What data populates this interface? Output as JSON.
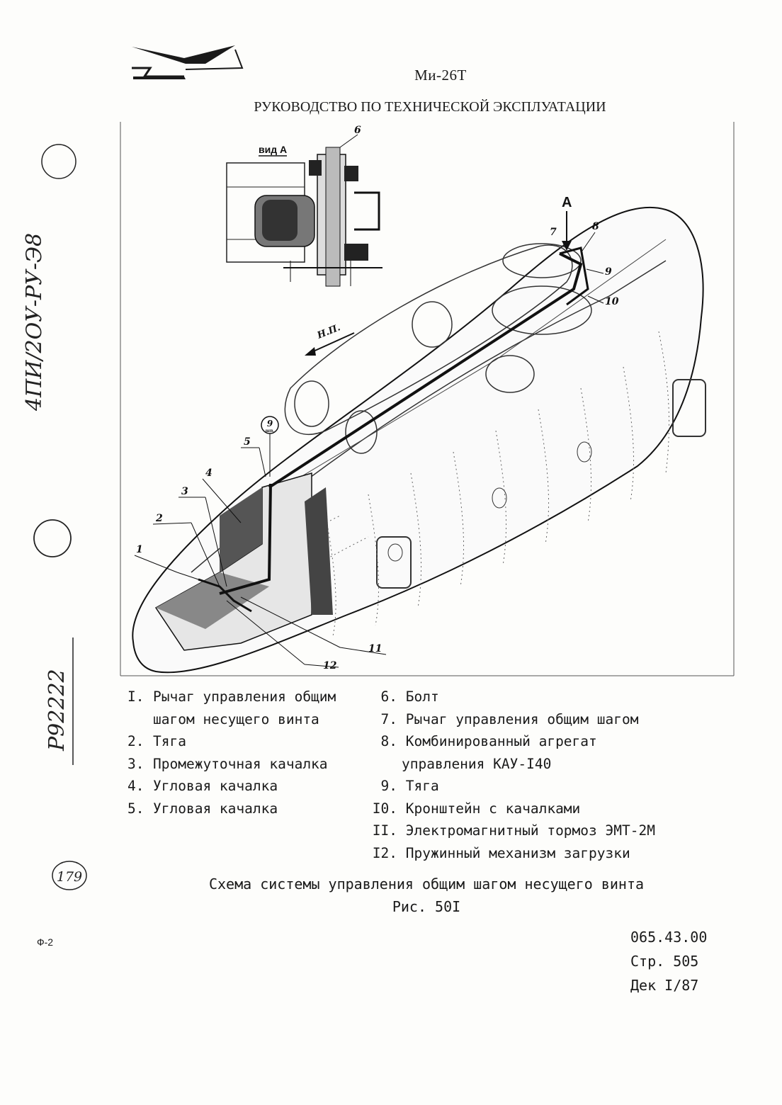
{
  "header": {
    "model": "Ми-26Т",
    "title": "РУКОВОДСТВО ПО ТЕХНИЧЕСКОЙ ЭКСПЛУАТАЦИИ"
  },
  "figure": {
    "view_label": "вид А",
    "arrow_label": "А",
    "direction_label": "Н.П.",
    "callouts": [
      "1",
      "2",
      "3",
      "4",
      "5",
      "6",
      "7",
      "8",
      "9",
      "10",
      "11",
      "12"
    ],
    "callout_9_sub": "9",
    "callout_9_sub2": "шп."
  },
  "legend": {
    "left": [
      {
        "num": "I.",
        "text": "Рычаг управления общим"
      },
      {
        "num": "",
        "text": "шагом несущего винта"
      },
      {
        "num": "2.",
        "text": "Тяга"
      },
      {
        "num": "3.",
        "text": "Промежуточная качалка"
      },
      {
        "num": "4.",
        "text": "Угловая качалка"
      },
      {
        "num": "5.",
        "text": "Угловая качалка"
      }
    ],
    "right": [
      {
        "num": "6.",
        "text": "Болт"
      },
      {
        "num": "7.",
        "text": "Рычаг управления общим шагом"
      },
      {
        "num": "8.",
        "text": "Комбинированный агрегат"
      },
      {
        "num": "",
        "text": "управления КАУ-I40"
      },
      {
        "num": "9.",
        "text": "Тяга"
      },
      {
        "num": "I0.",
        "text": "Кронштейн с качалками"
      },
      {
        "num": "II.",
        "text": "Электромагнитный тормоз ЭМТ-2М"
      },
      {
        "num": "I2.",
        "text": "Пружинный механизм загрузки"
      }
    ]
  },
  "caption": {
    "line1": "Схема системы управления общим шагом несущего винта",
    "line2": "Рис. 50I"
  },
  "docinfo": {
    "code": "065.43.00",
    "page": "Стр. 505",
    "date": "Дек I/87"
  },
  "form_code": "Ф-2",
  "margin": {
    "handwritten_code": "4ПИ/2ОУ-РУ-Э8",
    "handwritten_num": "Р92222",
    "page_stamp": "179"
  }
}
